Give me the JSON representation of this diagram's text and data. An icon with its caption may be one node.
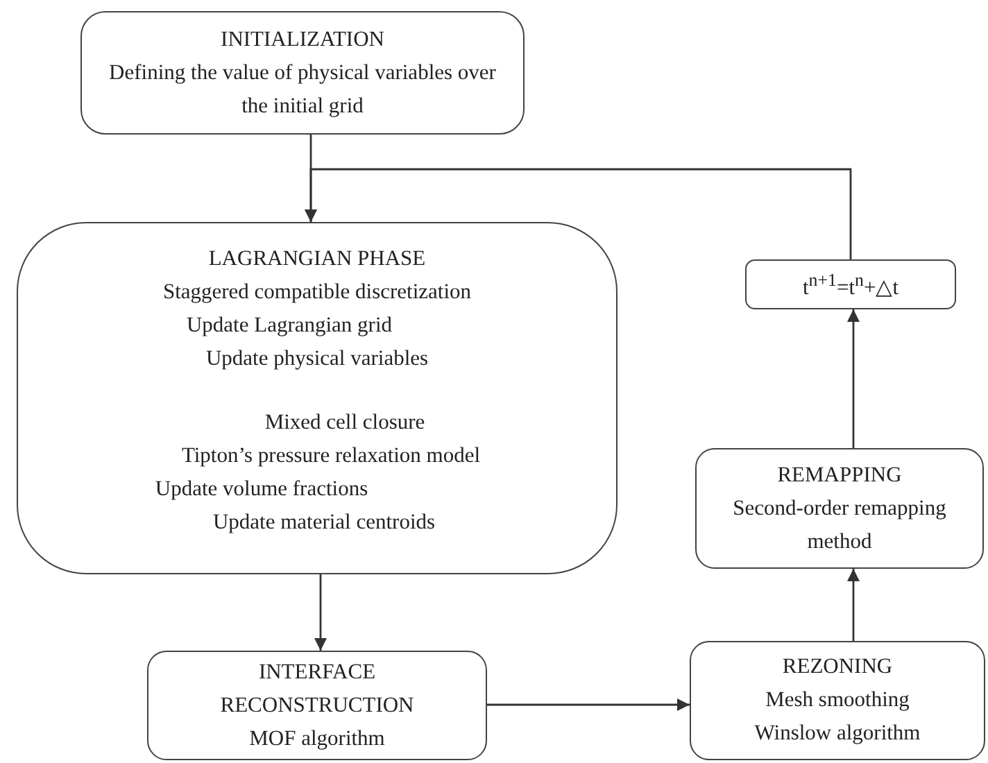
{
  "diagram": {
    "nodes": [
      {
        "text": [
          "INITIALIZATION",
          "Defining the value of physical variables over the initial grid"
        ]
      },
      {
        "text": [
          "LAGRANGIAN  PHASE",
          "Staggered compatible discretization",
          "Update Lagrangian grid",
          "Update physical variables",
          "Mixed cell closure",
          "Tipton’s pressure relaxation model",
          "Update volume fractions",
          "Update material centroids"
        ]
      },
      {
        "text": [
          "t$^{n+1}$=t$^{n}$+△t"
        ]
      },
      {
        "text": [
          "REMAPPING",
          "Second-order remapping method"
        ]
      },
      {
        "text": [
          "INTERFACE RECONSTRUCTION",
          "MOF algorithm"
        ]
      },
      {
        "text": [
          "REZONING",
          "Mesh smoothing",
          "Winslow algorithm"
        ]
      }
    ],
    "edges": [
      {
        "from": 0,
        "to": 1,
        "arrow": "to"
      },
      {
        "from": 2,
        "to": 1,
        "arrow": "to"
      },
      {
        "from": 1,
        "to": 4,
        "arrow": "to"
      },
      {
        "from": 4,
        "to": 5,
        "arrow": "to"
      },
      {
        "from": 5,
        "to": 3,
        "arrow": "to"
      },
      {
        "from": 3,
        "to": 2,
        "arrow": "to"
      }
    ]
  }
}
